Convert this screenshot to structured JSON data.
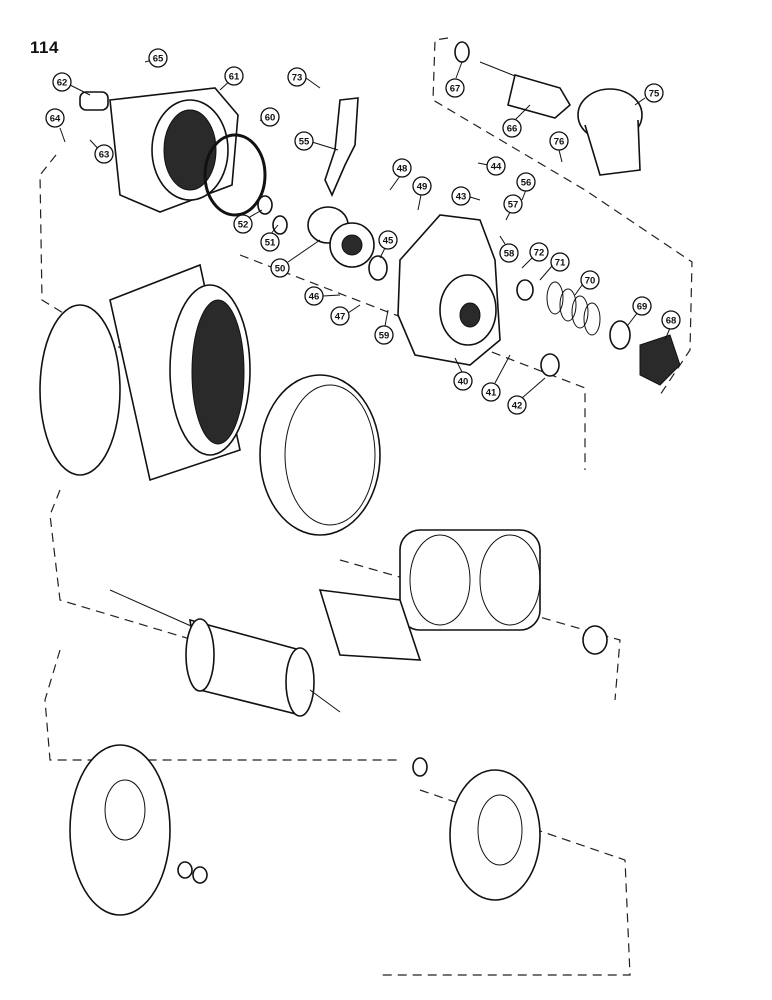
{
  "page": {
    "number": "114"
  },
  "callouts": [
    "65",
    "62",
    "61",
    "60",
    "64",
    "63",
    "73",
    "55",
    "67",
    "66",
    "75",
    "76",
    "52",
    "51",
    "48",
    "49",
    "44",
    "43",
    "56",
    "57",
    "50",
    "45",
    "58",
    "72",
    "71",
    "70",
    "46",
    "47",
    "59",
    "69",
    "68",
    "40",
    "41",
    "42"
  ]
}
